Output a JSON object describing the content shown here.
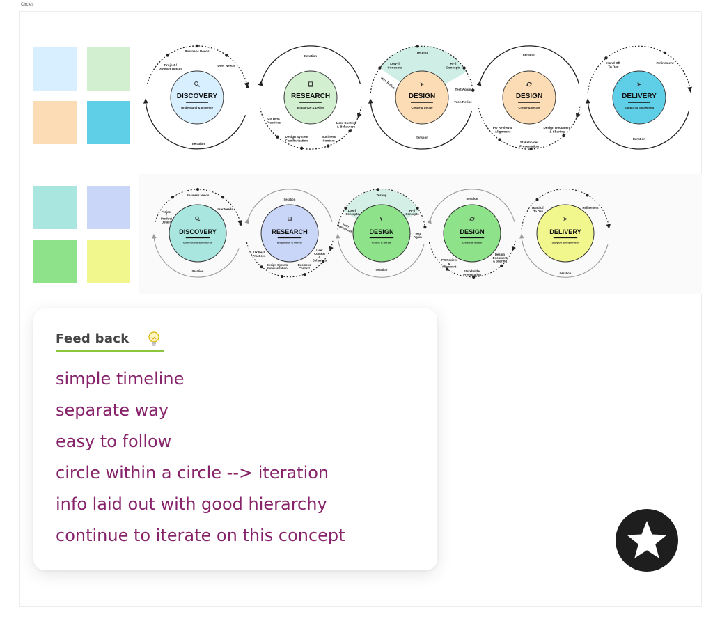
{
  "frame": {
    "label": "Circles"
  },
  "palette": {
    "row1": [
      "#d8efff",
      "#d2f0d0",
      "#fcdcb4",
      "#5fcfe8"
    ],
    "row2": [
      "#a9e6e0",
      "#c9d6f8",
      "#8ee38a",
      "#f2f78d"
    ]
  },
  "row1": {
    "stages": [
      {
        "name": "DISCOVERY",
        "subtitle": "Understand & Immerse",
        "icon": "search-icon",
        "color": "#d8efff",
        "labels": [
          "Business Needs",
          "Project / Product Details",
          "User Needs",
          "Iteration"
        ]
      },
      {
        "name": "RESEARCH",
        "subtitle": "Empathize & Define",
        "icon": "book-icon",
        "color": "#d2f0d0",
        "labels": [
          "Iteration",
          "UX Best Practices",
          "Design System Familiarization",
          "Business Context",
          "User Context & Behaviors"
        ]
      },
      {
        "name": "DESIGN",
        "subtitle": "Create & Iterate",
        "icon": "cursor-icon",
        "color": "#fcdcb4",
        "labels": [
          "Testing",
          "Low-fi Concepts",
          "Hi-fi Concepts",
          "Tech Refine",
          "Test Again",
          "Tech Refine",
          "Iteration"
        ]
      },
      {
        "name": "DESIGN",
        "subtitle": "Create & Iterate",
        "icon": "refresh-icon",
        "color": "#fcdcb4",
        "labels": [
          "Iteration",
          "PO Review & Alignment",
          "Design Document & Sharing",
          "Stakeholder Presentation"
        ]
      },
      {
        "name": "DELIVERY",
        "subtitle": "Support & Implement",
        "icon": "send-icon",
        "color": "#5fcfe8",
        "labels": [
          "Hand Off To Dev",
          "Refinement",
          "Iteration"
        ]
      }
    ]
  },
  "row2": {
    "stages": [
      {
        "name": "DISCOVERY",
        "subtitle": "Understand & Immerse",
        "icon": "search-icon",
        "color": "#a9e6e0",
        "labels": [
          "Business Needs",
          "Project / Product Details",
          "User Needs",
          "Iteration"
        ]
      },
      {
        "name": "RESEARCH",
        "subtitle": "Empathize & Define",
        "icon": "book-icon",
        "color": "#c9d6f8",
        "labels": [
          "Iteration",
          "UX Best Practices",
          "Design System Familiarization",
          "Business Context",
          "User Context & Behaviors"
        ]
      },
      {
        "name": "DESIGN",
        "subtitle": "Create & Iterate",
        "icon": "cursor-icon",
        "color": "#8ee38a",
        "labels": [
          "Testing",
          "Low-fi Concepts",
          "Hi-fi Concepts",
          "Tech Refinement",
          "Test Again",
          "Iteration"
        ]
      },
      {
        "name": "DESIGN",
        "subtitle": "Create & Iterate",
        "icon": "refresh-icon",
        "color": "#8ee38a",
        "labels": [
          "Iteration",
          "PO Review & Alignment",
          "Design Document & Sharing",
          "Stakeholder Presentation"
        ]
      },
      {
        "name": "DELIVERY",
        "subtitle": "Support & Implement",
        "icon": "send-icon",
        "color": "#f2f78d",
        "labels": [
          "Hand Off To Dev",
          "Refinement",
          "Iteration"
        ]
      }
    ]
  },
  "feedback": {
    "title": "Feed back",
    "icon": "lightbulb-icon",
    "items": [
      "simple timeline",
      "separate way",
      "easy to follow",
      "circle within a circle --> iteration",
      "info laid out with good hierarchy",
      "continue to iterate on this concept"
    ]
  },
  "fab": {
    "icon": "star-icon"
  }
}
